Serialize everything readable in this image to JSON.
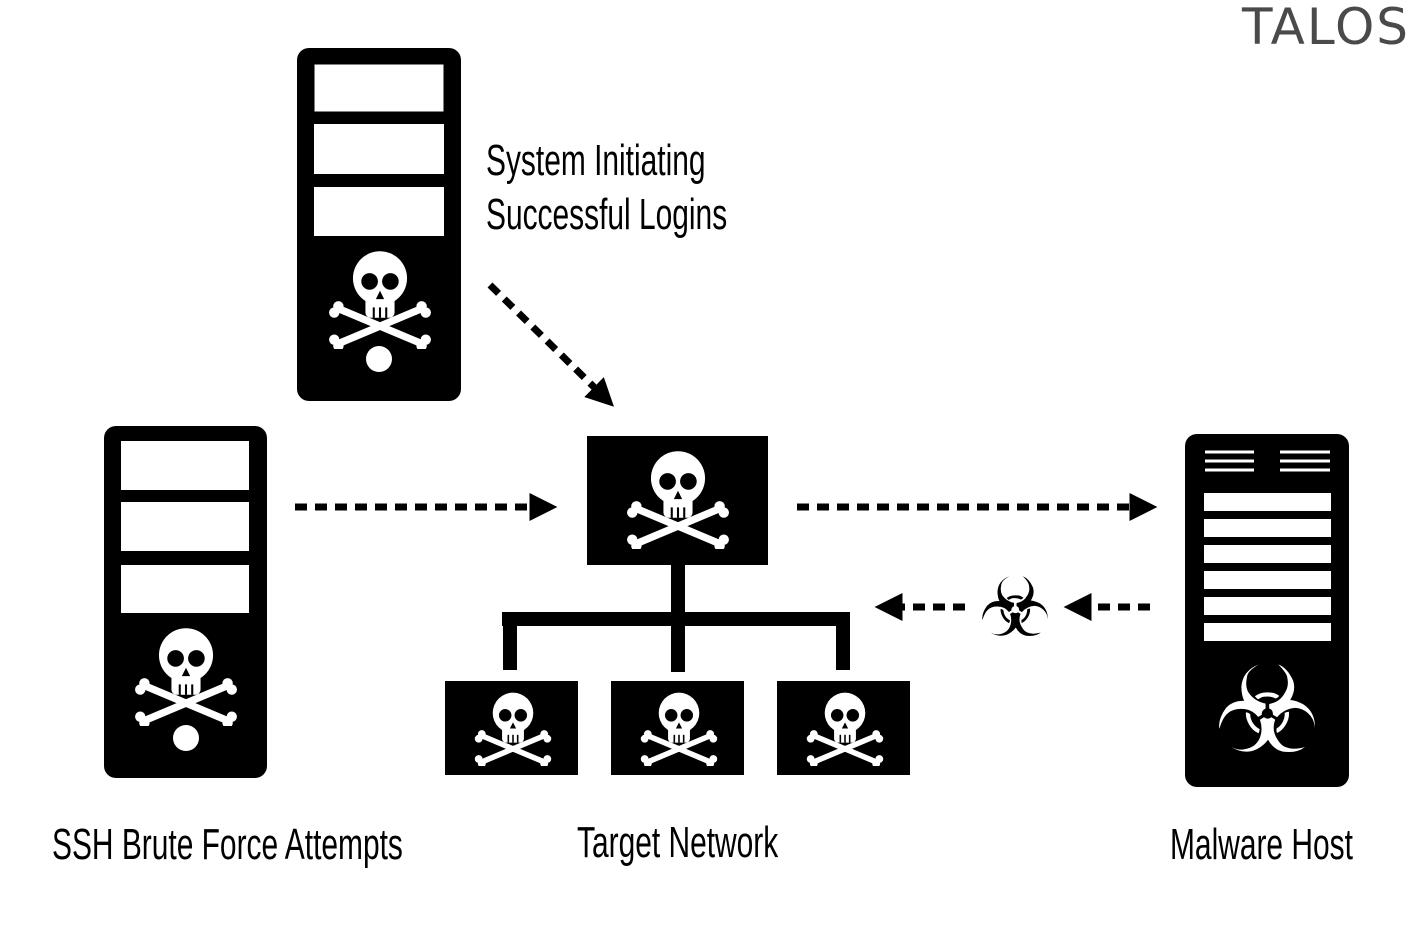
{
  "logo": "TALOS",
  "labels": {
    "initiator": [
      "System Initiating",
      "Successful Logins"
    ],
    "brute_force": "SSH Brute Force Attempts",
    "target": "Target Network",
    "malware": "Malware Host"
  },
  "icons": {
    "skull": "skull-crossbones-icon",
    "biohazard": "biohazard-icon",
    "glyph_biohazard": "☣"
  },
  "colors": {
    "fg": "#000000",
    "bg": "#ffffff",
    "logo": "#4a4a4a"
  }
}
